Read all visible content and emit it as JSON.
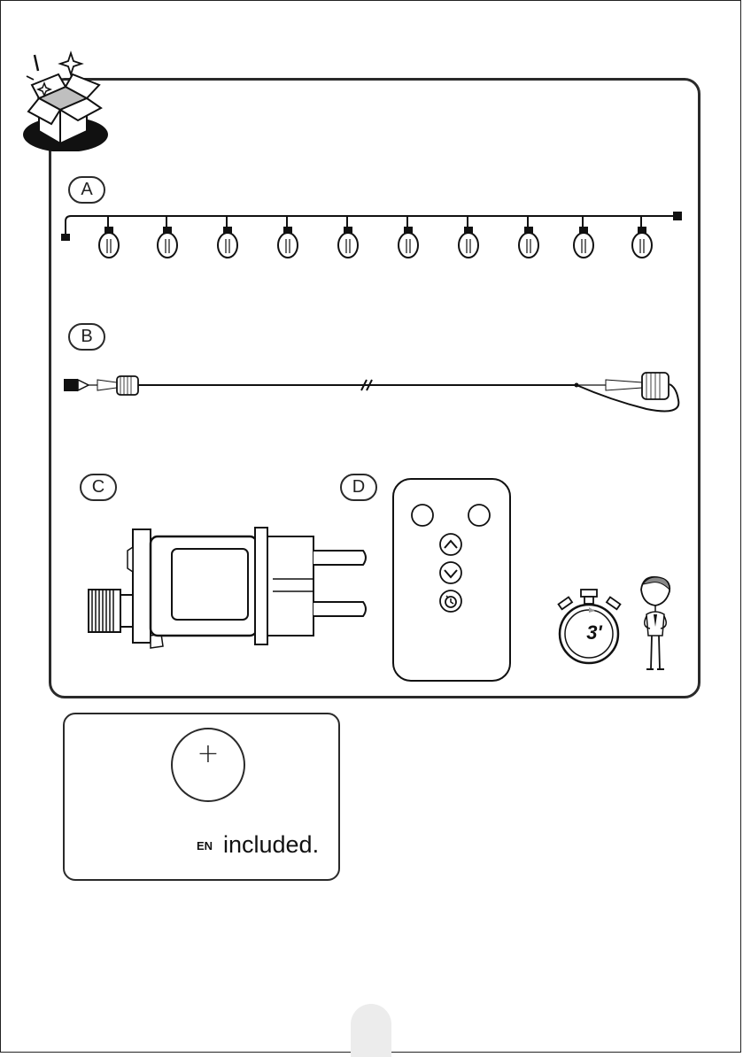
{
  "contents_section": {
    "icon": "open-box-icon",
    "items": [
      {
        "label": "A",
        "icon": "string-lights-icon"
      },
      {
        "label": "B",
        "icon": "extension-cable-icon"
      },
      {
        "label": "C",
        "icon": "power-adapter-icon"
      },
      {
        "label": "D",
        "icon": "remote-control-icon"
      }
    ],
    "assembly_time": {
      "icon": "stopwatch-icon",
      "value": "3'"
    }
  },
  "battery_note": {
    "symbol": "+",
    "language_tag": "EN",
    "text": "included."
  }
}
